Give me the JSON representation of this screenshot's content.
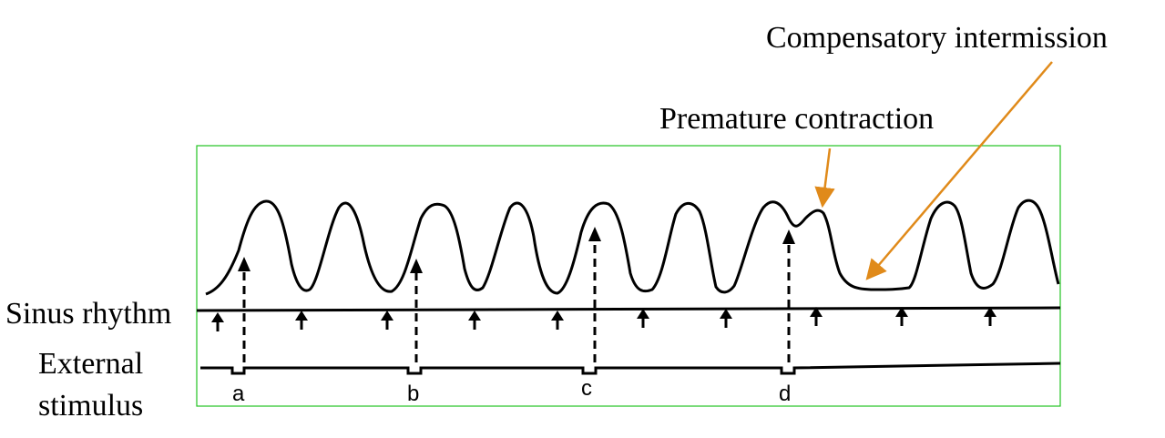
{
  "labels": {
    "compensatory": "Compensatory intermission",
    "premature": "Premature contraction",
    "sinus": "Sinus rhythm",
    "external_line1": "External",
    "external_line2": "stimulus"
  },
  "stimuli": [
    "a",
    "b",
    "c",
    "d"
  ],
  "colors": {
    "frame": "#22c322",
    "arrow": "#e08a1a",
    "ink": "#000000"
  }
}
